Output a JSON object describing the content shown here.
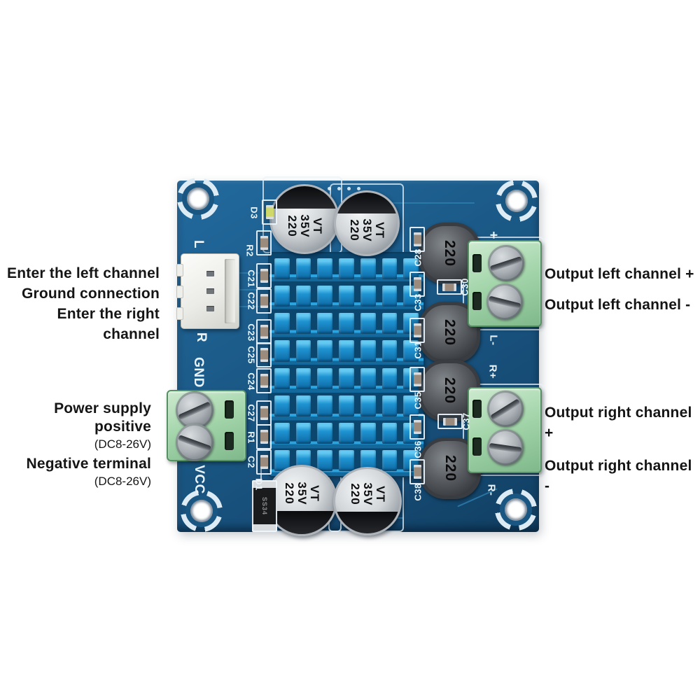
{
  "annotations": {
    "left_input": [
      "Enter the left channel",
      "Ground connection",
      "Enter the right channel"
    ],
    "power": {
      "positive": "Power supply positive",
      "positive_range": "(DC8-26V)",
      "negative": "Negative terminal",
      "negative_range": "(DC8-26V)"
    },
    "output_left": [
      "Output left channel +",
      "Output left channel -"
    ],
    "output_right": [
      "Output right channel +",
      "Output right channel -"
    ]
  },
  "board": {
    "silkscreen": {
      "input_left": "L",
      "input_right": "R",
      "input_ground": "GND",
      "power": "VCC",
      "out_l_plus": "+",
      "out_l_minus": "L-",
      "out_r_plus": "R+",
      "out_r_minus": "R-",
      "left_refs": [
        "D3",
        "R2",
        "C21",
        "C22",
        "C23",
        "C25",
        "C24",
        "C27",
        "R1",
        "C2",
        "D1"
      ],
      "right_refs": [
        "C28",
        "C33",
        "C31",
        "C35",
        "C36",
        "C38"
      ],
      "mid_refs": [
        "C30",
        "C37"
      ]
    },
    "components": {
      "capacitor": {
        "value": "220",
        "voltage": "35V",
        "marking": "VT"
      },
      "inductor_value": "220",
      "diode_part": "SS34"
    }
  },
  "colors": {
    "background": "#ffffff",
    "pcb_blue": "#1b5a88",
    "heatsink_blue": "#1f9cda",
    "terminal_green": "#a5d6ac",
    "capacitor_silver": "#d2d6d9",
    "silkscreen_white": "#e8f3fa",
    "annotation_text": "#151515"
  }
}
